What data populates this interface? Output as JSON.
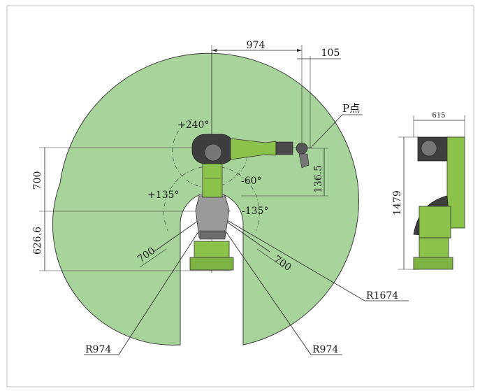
{
  "colors": {
    "workspace_fill": "#a7d49a",
    "workspace_edge": "#3c3c3c",
    "robot_green": "#8bc34a",
    "robot_dark": "#3e3e3e",
    "robot_grey": "#9a9a9a"
  },
  "dimensions": {
    "upper_arm_length": "974",
    "wrist_offset": "105",
    "point_label": "P点",
    "shoulder_height": "700",
    "base_height": "626.6",
    "p_drop": "136.5",
    "radius_outer": "R1674",
    "radius_inner_left": "R974",
    "radius_inner_right": "R974",
    "slot_left": "700",
    "slot_right": "700"
  },
  "angles": {
    "upper_plus": "+240°",
    "upper_minus": "-60°",
    "lower_plus": "+135°",
    "lower_minus": "-135°"
  },
  "side_view": {
    "width": "615",
    "height": "1479"
  }
}
